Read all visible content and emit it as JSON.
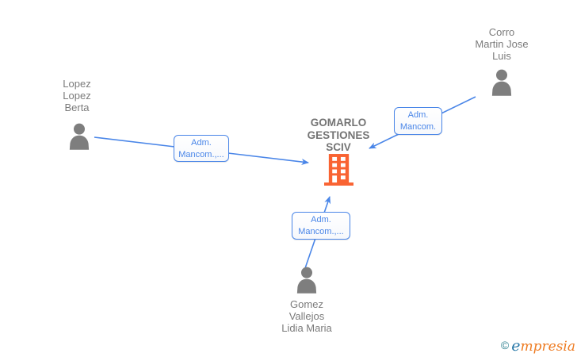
{
  "company": {
    "full_name": "GOMARLO GESTIONES SCIV",
    "line1": "GOMARLO",
    "line2": "GESTIONES",
    "line3": "SCIV"
  },
  "persons": [
    {
      "full_name": "Lopez Lopez Berta",
      "line1": "Lopez",
      "line2": "Lopez",
      "line3": "Berta"
    },
    {
      "full_name": "Corro Martin Jose Luis",
      "line1": "Corro",
      "line2": "Martin Jose",
      "line3": "Luis"
    },
    {
      "full_name": "Gomez Vallejos Lidia Maria",
      "line1": "Gomez",
      "line2": "Vallejos",
      "line3": "Lidia Maria"
    }
  ],
  "edges": [
    {
      "from": "Lopez Lopez Berta",
      "to": "GOMARLO GESTIONES SCIV",
      "line1": "Adm.",
      "line2": "Mancom.,..."
    },
    {
      "from": "Corro Martin Jose Luis",
      "to": "GOMARLO GESTIONES SCIV",
      "line1": "Adm.",
      "line2": "Mancom."
    },
    {
      "from": "Gomez Vallejos Lidia Maria",
      "to": "GOMARLO GESTIONES SCIV",
      "line1": "Adm.",
      "line2": "Mancom.,..."
    }
  ],
  "footer": {
    "copyright_symbol": "©",
    "brand_e": "e",
    "brand_rest": "mpresia"
  },
  "colors": {
    "arrow_blue": "#4a86e8",
    "edge_label_border": "#4a86e8",
    "edge_label_text": "#4a86e8",
    "person_icon_gray": "#7e7e7e",
    "person_text_gray": "#7b7b7b",
    "company_text_gray": "#747474",
    "building_orange": "#f96332",
    "logo_copyright_teal": "#2b7f8e",
    "logo_e_blue": "#2878a8",
    "logo_text_orange": "#ee7c23",
    "background": "#ffffff"
  }
}
